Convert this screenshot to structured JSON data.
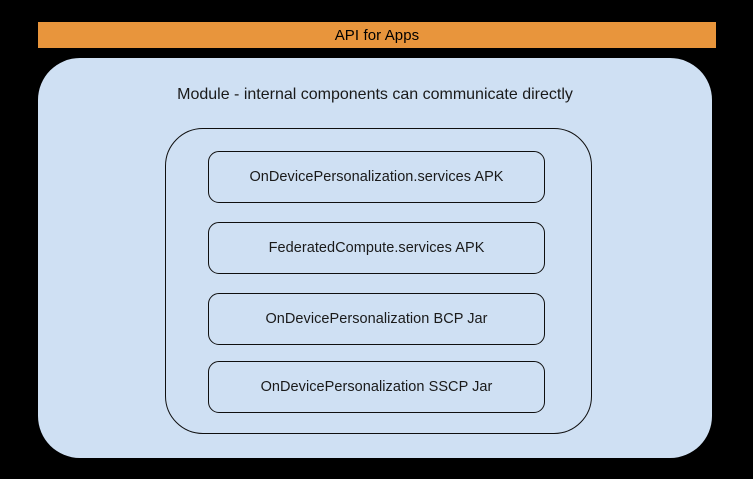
{
  "diagram": {
    "title": "API for Apps",
    "module_caption": "Module - internal components can communicate directly",
    "components": [
      {
        "label": "OnDevicePersonalization.services APK"
      },
      {
        "label": "FederatedCompute.services APK"
      },
      {
        "label": "OnDevicePersonalization BCP Jar"
      },
      {
        "label": "OnDevicePersonalization SSCP Jar"
      }
    ],
    "colors": {
      "banner_background": "#e8953c",
      "banner_text": "#000000",
      "panel_background": "#cfe0f3",
      "canvas_background": "#000000",
      "outline": "#0f0f0f",
      "text": "#1a1a1a"
    }
  }
}
